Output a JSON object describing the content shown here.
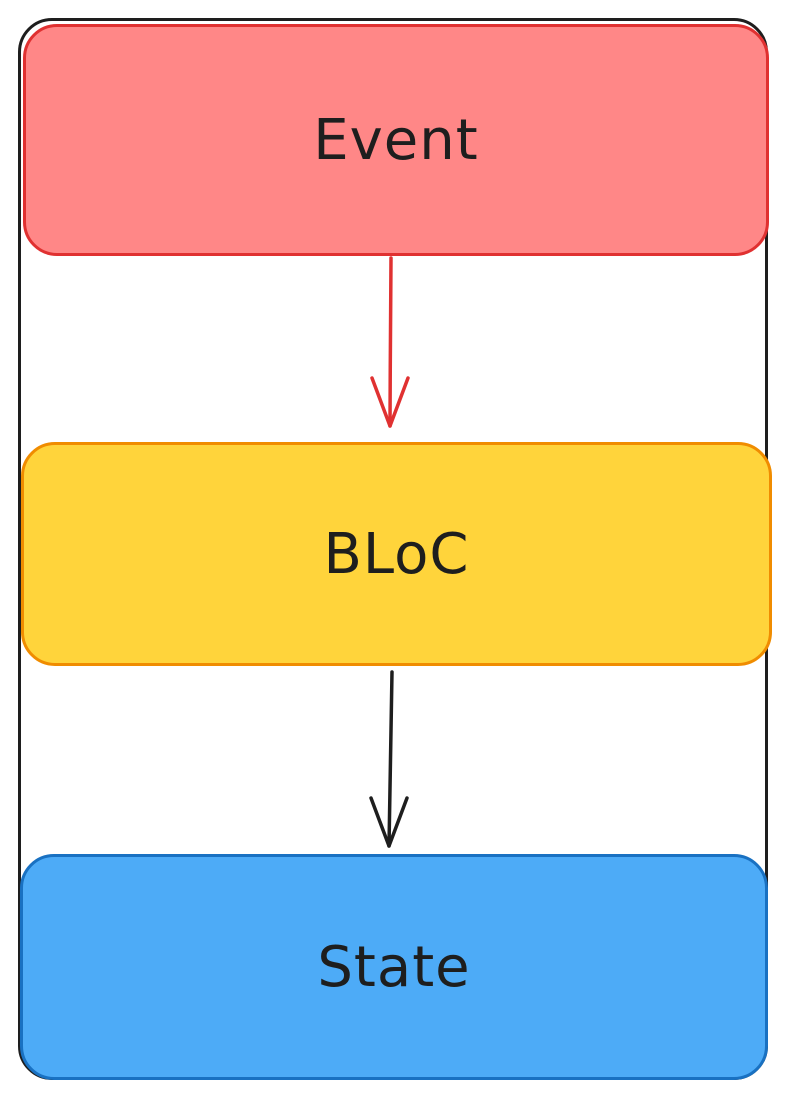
{
  "nodes": {
    "event": {
      "label": "Event",
      "fill": "#ff8787",
      "stroke": "#e03131"
    },
    "bloc": {
      "label": "BLoC",
      "fill": "#ffd43b",
      "stroke": "#f08c00"
    },
    "state": {
      "label": "State",
      "fill": "#4dabf7",
      "stroke": "#1971c2"
    }
  },
  "edges": {
    "event_to_bloc": {
      "color": "#e03131"
    },
    "bloc_to_state": {
      "color": "#1e1e1e"
    }
  },
  "frame": {
    "stroke": "#1e1e1e"
  }
}
